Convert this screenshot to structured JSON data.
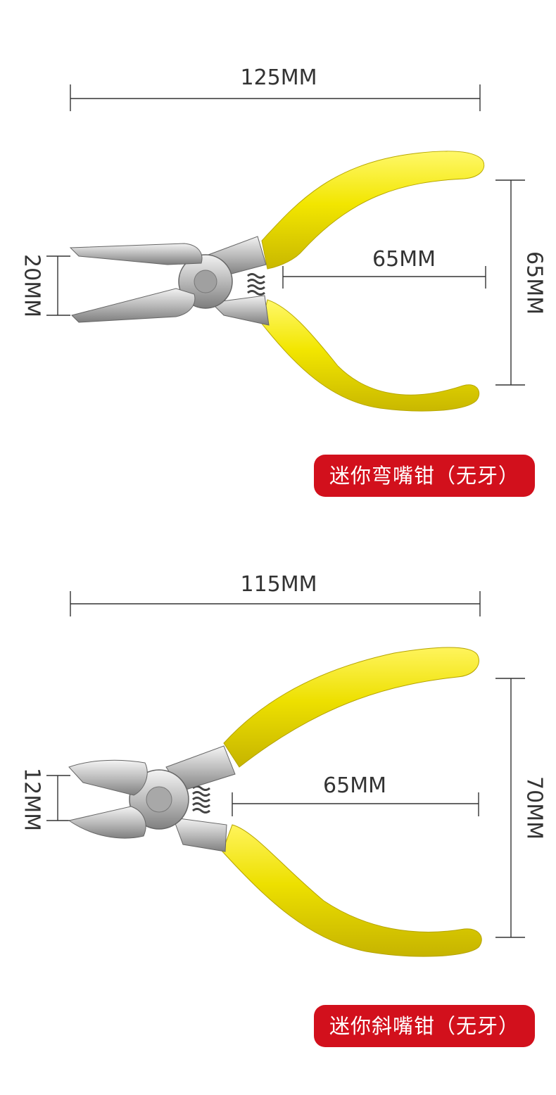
{
  "products": [
    {
      "name": "迷你弯嘴钳（无牙）",
      "width_label": "125MM",
      "jaw_label": "20MM",
      "handle_label": "65MM",
      "height_label": "65MM"
    },
    {
      "name": "迷你斜嘴钳（无牙）",
      "width_label": "115MM",
      "jaw_label": "12MM",
      "handle_label": "65MM",
      "height_label": "70MM"
    }
  ],
  "colors": {
    "handle_yellow": "#f2e600",
    "metal": "#c8c8c8",
    "badge_red": "#d2101c",
    "text_dark": "#333333"
  }
}
